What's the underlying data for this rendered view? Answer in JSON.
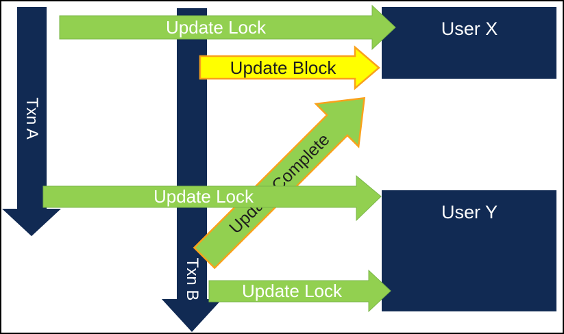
{
  "colors": {
    "navy": "#112a53",
    "green": "#92d050",
    "green_edge": "#7ab648",
    "yellow": "#ffff00",
    "orange_outline": "#f9a11b",
    "white_text": "#ffffff",
    "dark_text": "#1e1e1e",
    "background": "#ffffff",
    "frame": "#000000"
  },
  "transactions": [
    {
      "label": "Txn A"
    },
    {
      "label": "Txn B"
    }
  ],
  "users": [
    {
      "label": "User X"
    },
    {
      "label": "User Y"
    }
  ],
  "arrows": [
    {
      "id": "update-lock-top",
      "label": "Update Lock",
      "from": "Txn A",
      "to": "User X",
      "style": "green"
    },
    {
      "id": "update-block",
      "label": "Update Block",
      "from": "Txn B",
      "to": "User X",
      "style": "yellow-outlined"
    },
    {
      "id": "update-complete",
      "label": "Update Complete",
      "direction": "up-right",
      "style": "green-outlined"
    },
    {
      "id": "update-lock-middle",
      "label": "Update Lock",
      "from": "Txn A",
      "to": "User Y",
      "style": "green"
    },
    {
      "id": "update-lock-bottom",
      "label": "Update Lock",
      "from": "Txn B",
      "to": "User Y",
      "style": "green"
    }
  ]
}
